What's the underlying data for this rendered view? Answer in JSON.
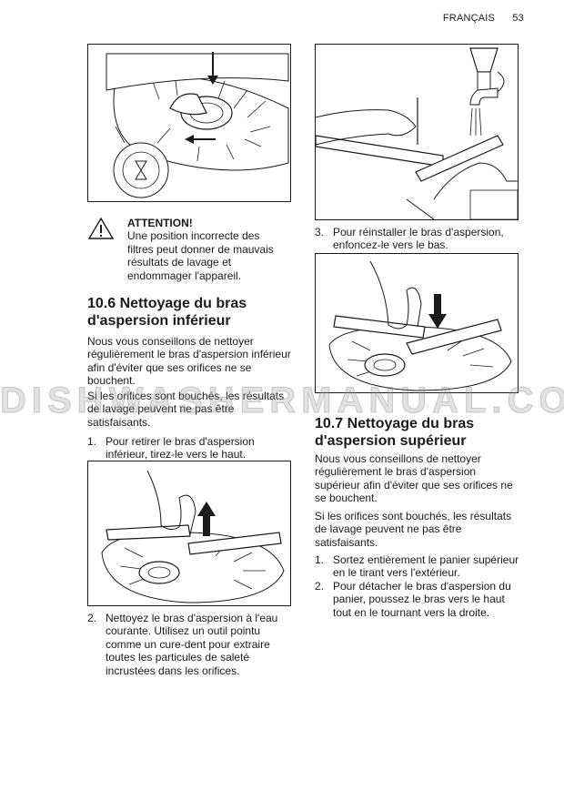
{
  "header": {
    "language": "FRANÇAIS",
    "page_number": "53"
  },
  "warning": {
    "title": "ATTENTION!",
    "text": "Une position incorrecte des filtres peut donner de mauvais résultats de lavage et endommager l'appareil."
  },
  "section_10_6": {
    "heading": "10.6 Nettoyage du bras d'aspersion inférieur",
    "para1": "Nous vous conseillons de nettoyer régulièrement le bras d'aspersion inférieur afin d'éviter que ses orifices ne se bouchent.",
    "para2": "Si les orifices sont bouchés, les résultats de lavage peuvent ne pas être satisfaisants.",
    "steps": [
      {
        "num": "1.",
        "text": "Pour retirer le bras d'aspersion inférieur, tirez-le vers le haut."
      },
      {
        "num": "2.",
        "text": "Nettoyez le bras d'aspersion à l'eau courante. Utilisez un outil pointu comme un cure-dent pour extraire toutes les particules de saleté incrustées dans les orifices."
      },
      {
        "num": "3.",
        "text": "Pour réinstaller le bras d'aspersion, enfoncez-le vers le bas."
      }
    ]
  },
  "section_10_7": {
    "heading": "10.7 Nettoyage du bras d'aspersion supérieur",
    "para1": "Nous vous conseillons de nettoyer régulièrement le bras d'aspersion supérieur afin d'éviter que ses orifices ne se bouchent.",
    "para2": "Si les orifices sont bouchés, les résultats de lavage peuvent ne pas être satisfaisants.",
    "steps": [
      {
        "num": "1.",
        "text": "Sortez entièrement le panier supérieur en le tirant vers l'extérieur."
      },
      {
        "num": "2.",
        "text": "Pour détacher le bras d'aspersion du panier, poussez le bras vers le haut tout en le tournant vers la droite."
      }
    ]
  },
  "watermark": "DISHWASHERMANUAL.COM"
}
